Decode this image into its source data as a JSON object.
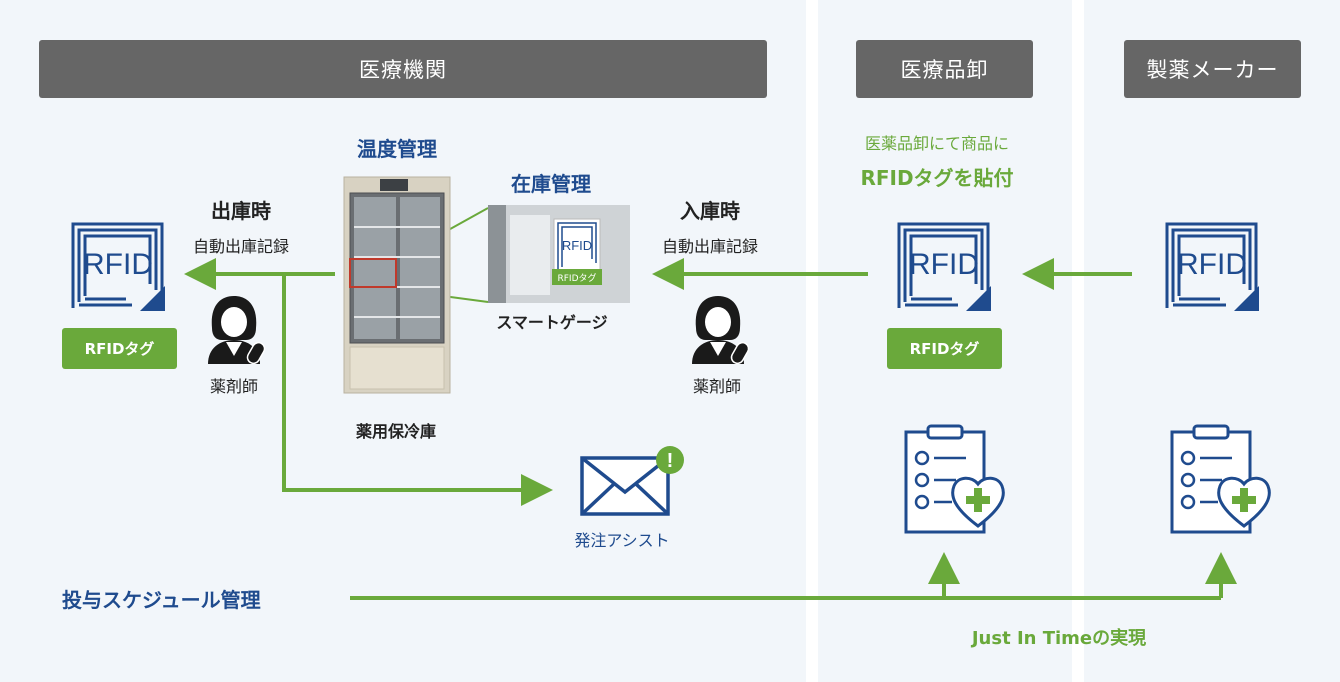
{
  "headers": {
    "medical": "医療機関",
    "wholesale": "医療品卸",
    "maker": "製薬メーカー"
  },
  "labels": {
    "temperature": "温度管理",
    "inventory": "在庫管理",
    "shipping_title": "出庫時",
    "shipping_sub": "自動出庫記録",
    "receiving_title": "入庫時",
    "receiving_sub": "自動出庫記録",
    "smart_gauge": "スマートゲージ",
    "fridge": "薬用保冷庫",
    "pharmacist_left": "薬剤師",
    "pharmacist_right": "薬剤師",
    "order_assist": "発注アシスト",
    "schedule": "投与スケジュール管理",
    "jit": "Just In Timeの実現",
    "wholesale_line1": "医薬品卸にて商品に",
    "wholesale_line2": "RFIDタグを貼付",
    "tag_badge_left": "RFIDタグ",
    "tag_badge_mid": "RFIDタグ",
    "mini_badge": "RFIDタグ"
  },
  "icons": {
    "rfid_text": "RFID",
    "rfid_mini_text": "RFID",
    "alert": "!"
  },
  "colors": {
    "green": "#6aa93b",
    "navy": "#1f4b8e",
    "header_gray": "#666666",
    "panel_bg": "#f2f6fa"
  }
}
